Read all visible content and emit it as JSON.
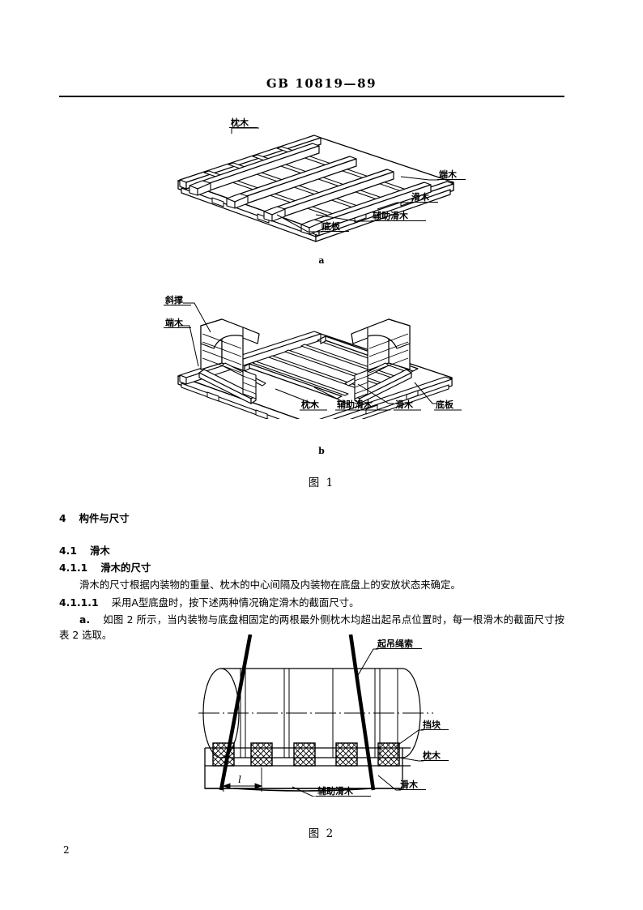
{
  "header": {
    "standard_number": "GB 10819—89"
  },
  "page": {
    "number": "2"
  },
  "figure1": {
    "caption": "图 1",
    "sub_a": "a",
    "sub_b": "b",
    "labels_a": {
      "sleeper": "枕木",
      "end_beam": "端木",
      "skid": "滑木",
      "aux_skid": "辅助滑木",
      "base_plate": "底板"
    },
    "labels_b": {
      "brace": "斜撑",
      "end_beam": "端木",
      "sleeper": "枕木",
      "aux_skid": "辅助滑木",
      "skid": "滑木",
      "base_plate": "底板"
    }
  },
  "figure2": {
    "caption": "图 2",
    "labels": {
      "lifting_rope": "起吊绳索",
      "block": "挡块",
      "sleeper": "枕木",
      "aux_skid": "辅助滑木",
      "skid": "滑木",
      "dimension_l": "l"
    }
  },
  "body": {
    "section4_num": "4",
    "section4_title": "构件与尺寸",
    "section41_num": "4.1",
    "section41_title": "滑木",
    "section411_num": "4.1.1",
    "section411_title": "滑木的尺寸",
    "para_411": "滑木的尺寸根据内装物的重量、枕木的中心间隔及内装物在底盘上的安放状态来确定。",
    "section4111_num": "4.1.1.1",
    "section4111_text": "采用A型底盘时，按下述两种情况确定滑木的截面尺寸。",
    "item_a_marker": "a.",
    "item_a_text": "如图 2 所示，当内装物与底盘相固定的两根最外侧枕木均超出起吊点位置时，每一根滑木的截面尺寸按表 2 选取。"
  }
}
